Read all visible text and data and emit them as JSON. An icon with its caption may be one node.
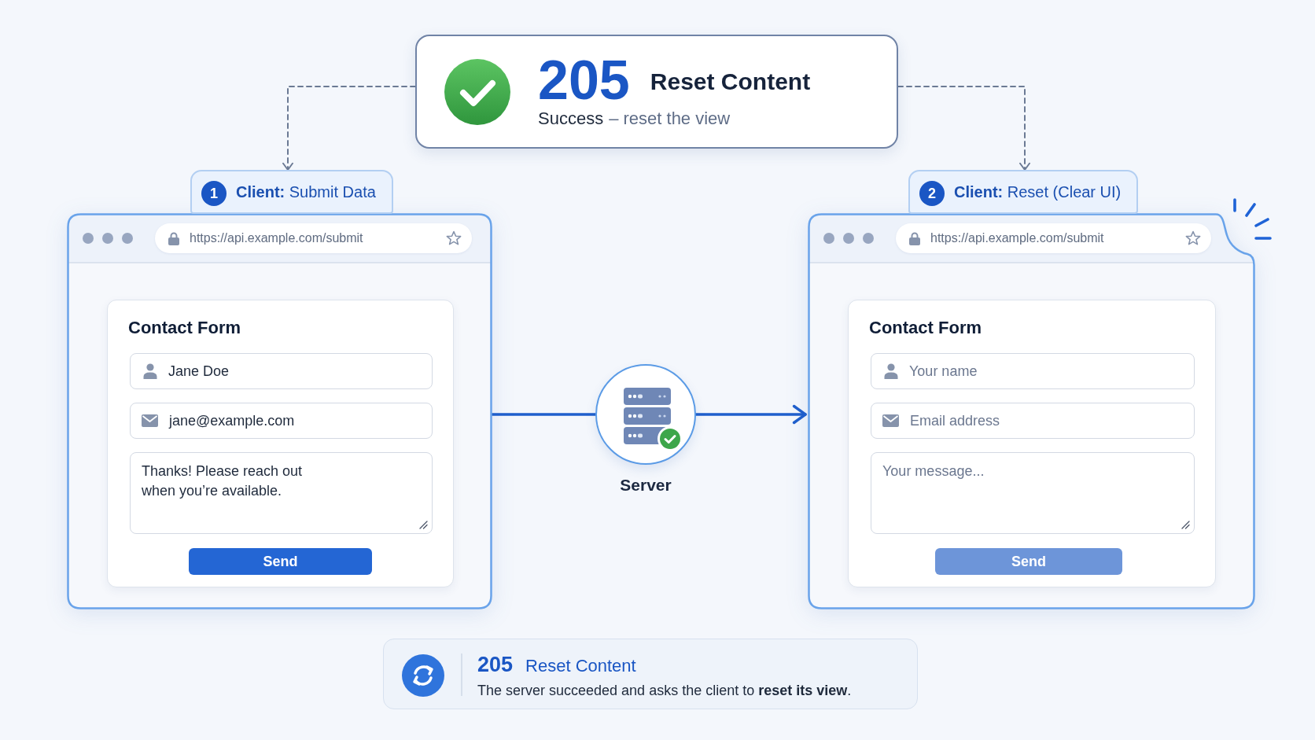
{
  "diagram": {
    "nodes": [
      {
        "text": [
          "205",
          "Reset Content",
          "Success",
          "– reset the view"
        ]
      },
      {
        "text": [
          "**Client:** Submit Data"
        ]
      },
      {
        "text": [
          "1"
        ],
        "in": 1
      },
      {
        "text": [
          "https://api.example.com/submit"
        ]
      },
      {
        "text": [
          "Contact Form"
        ],
        "in": 3
      },
      {
        "text": [
          "Jane Doe"
        ],
        "in": 4
      },
      {
        "text": [
          "jane@example.com"
        ],
        "in": 4
      },
      {
        "text": [
          "Thanks! Please reach out when you’re available."
        ],
        "in": 4
      },
      {
        "text": [
          "Send"
        ],
        "in": 4
      },
      {
        "text": [
          "Server"
        ]
      },
      {
        "text": [
          "**Client:** Reset (Clear UI)"
        ]
      },
      {
        "text": [
          "2"
        ],
        "in": 10
      },
      {
        "text": [
          "https://api.example.com/submit"
        ]
      },
      {
        "text": [
          "Contact Form"
        ],
        "in": 12
      },
      {
        "text": [
          "Your name"
        ],
        "in": 13
      },
      {
        "text": [
          "Email address"
        ],
        "in": 13
      },
      {
        "text": [
          "Your message..."
        ],
        "in": 13
      },
      {
        "text": [
          "Send"
        ],
        "in": 13
      },
      {
        "text": [
          "205",
          "Reset Content",
          "The server succeeded and asks the client to **reset its view**."
        ]
      }
    ],
    "edges": [
      {
        "from": 0,
        "to": 1,
        "arrow": "to",
        "style": "dashed",
        "color": "#6b7a94"
      },
      {
        "from": 0,
        "to": 10,
        "arrow": "to",
        "style": "dashed",
        "color": "#6b7a94"
      },
      {
        "from": 3,
        "to": 9,
        "arrow": "none"
      },
      {
        "from": 9,
        "to": 12,
        "arrow": "to"
      }
    ]
  }
}
